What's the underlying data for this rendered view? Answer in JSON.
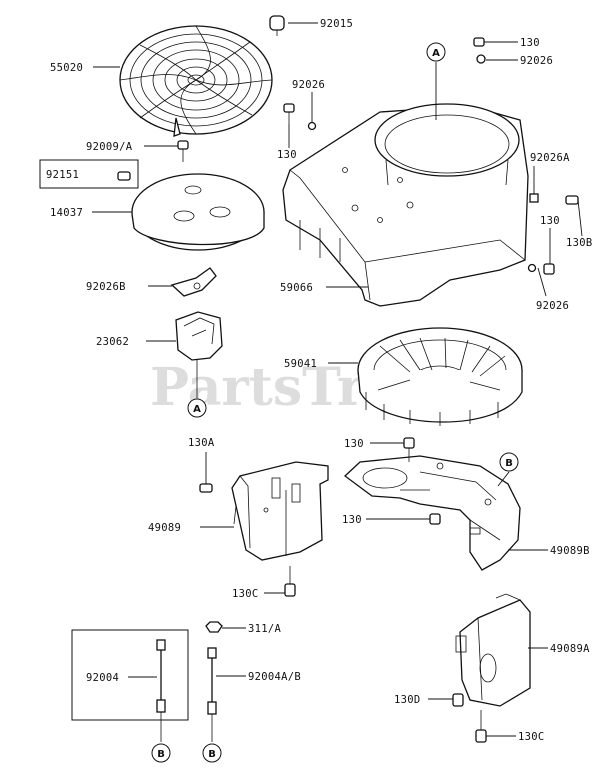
{
  "watermark": "PartsTree",
  "labels": {
    "p55020": "55020",
    "p92015": "92015",
    "p130_top": "130",
    "p92026_top": "92026",
    "p92026_mid": "92026",
    "p130_mid": "130",
    "p92009A": "92009/A",
    "p92151": "92151",
    "p14037": "14037",
    "p92026A": "92026A",
    "p130_right": "130",
    "p130B": "130B",
    "p92026B": "92026B",
    "p59066": "59066",
    "p92026_low": "92026",
    "p23062": "23062",
    "p59041": "59041",
    "p130A": "130A",
    "p130_plate": "130",
    "p49089": "49089",
    "p130_plate2": "130",
    "p49089B": "49089B",
    "p130C_left": "130C",
    "p311A": "311/A",
    "p92004": "92004",
    "p92004AB": "92004A/B",
    "p49089A": "49089A",
    "p130D": "130D",
    "p130C_right": "130C"
  },
  "callouts": {
    "a_top": "A",
    "a_bottom": "A",
    "b_right": "B",
    "b_left": "B",
    "b_mid": "B"
  }
}
